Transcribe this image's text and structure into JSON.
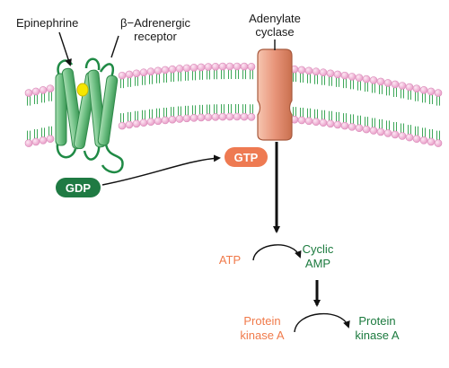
{
  "labels": {
    "epinephrine": "Epinephrine",
    "receptor_line1": "β−Adrenergic",
    "receptor_line2": "receptor",
    "adenylate_line1": "Adenylate",
    "adenylate_line2": "cyclase",
    "gtp": "GTP",
    "gdp": "GDP",
    "atp": "ATP",
    "camp_line1": "Cyclic",
    "camp_line2": "AMP",
    "pka_inactive_line1": "Protein",
    "pka_inactive_line2": "kinase A",
    "pka_active_line1": "Protein",
    "pka_active_line2": "kinase A"
  },
  "colors": {
    "lipid_head": "#f2b3d6",
    "lipid_tail": "#3fa85a",
    "helix": "#7fc98f",
    "loop": "#1f8a45",
    "ligand": "#f5e600",
    "adenylate_cyclase": "#e59a7e",
    "gtp_badge": "#ee7a52",
    "gdp_badge": "#1f7a43",
    "orange_text": "#f07a4a",
    "green_text": "#1b7a3e"
  }
}
